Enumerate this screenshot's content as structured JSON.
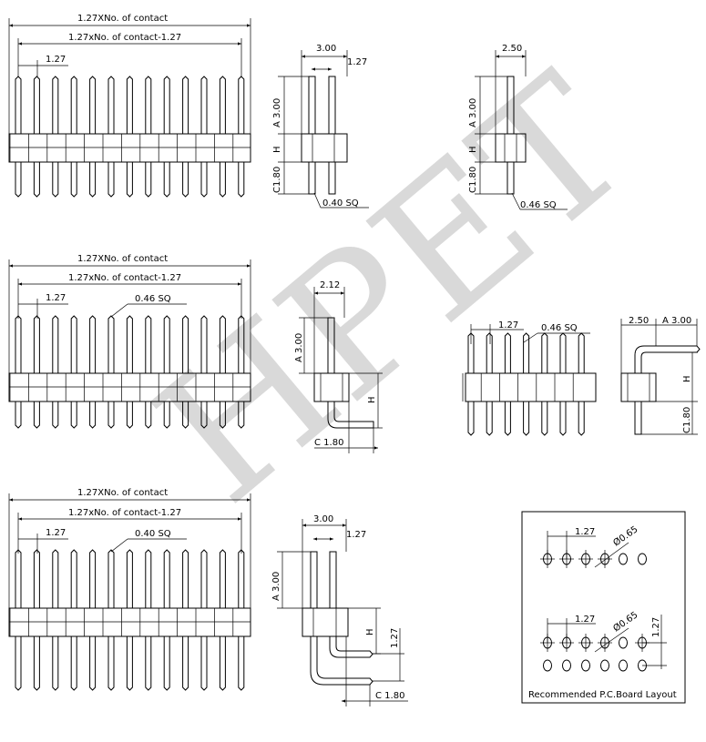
{
  "watermark": "HPET",
  "views": {
    "straight_double_front": {
      "total_len": "1.27XNo. of contact",
      "span_len": "1.27xNo. of contact-1.27",
      "pitch": "1.27"
    },
    "straight_double_side": {
      "width": "3.00",
      "pitch": "1.27",
      "a": "A  3.00",
      "h": "H",
      "c": "C1.80",
      "pin_sq": "0.40  SQ"
    },
    "straight_single_side": {
      "width": "2.50",
      "a": "A  3.00",
      "h": "H",
      "c": "C1.80",
      "pin_sq": "0.46  SQ"
    },
    "right_angle_front": {
      "total_len": "1.27XNo. of contact",
      "span_len": "1.27xNo. of contact-1.27",
      "pitch": "1.27",
      "pin_sq": "0.46  SQ"
    },
    "smt_side": {
      "width": "2.12",
      "a": "A  3.00",
      "h": "H",
      "c": "C  1.80"
    },
    "single_right_angle_front": {
      "pitch": "1.27",
      "pin_sq": "0.46  SQ"
    },
    "single_right_angle_side": {
      "width": "2.50",
      "a": "A  3.00",
      "h": "H",
      "c": "C1.80"
    },
    "double_right_angle_front": {
      "total_len": "1.27XNo. of contact",
      "span_len": "1.27xNo. of contact-1.27",
      "pitch": "1.27",
      "pin_sq": "0.40  SQ"
    },
    "double_right_angle_side": {
      "width": "3.00",
      "pitch": "1.27",
      "a": "A  3.00",
      "h": "H",
      "vpitch": "1.27",
      "c": "C  1.80"
    },
    "pcb_layout": {
      "title": "Recommended P.C.Board Layout",
      "pitch1": "1.27",
      "hole1": "Ø0.65",
      "pitch2": "1.27",
      "hole2": "Ø0.65",
      "vpitch": "1.27"
    }
  }
}
